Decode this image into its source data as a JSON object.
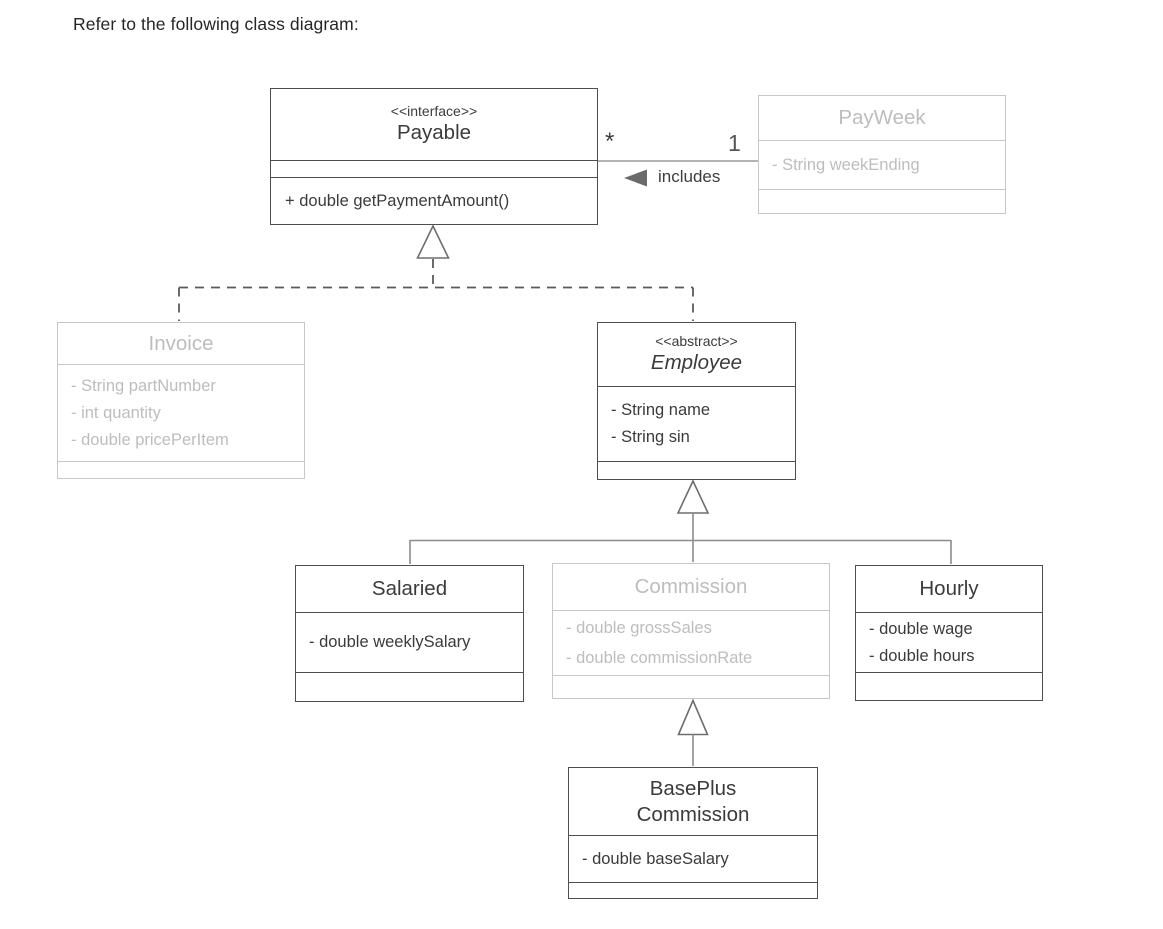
{
  "page": {
    "instruction": "Refer to the following class diagram:"
  },
  "colors": {
    "dark_text": "#3b3b3b",
    "muted_text": "#bdbdbd",
    "dark_border": "#4f4f4f",
    "muted_border": "#c7c7c7",
    "line_gray": "#8c8c8c",
    "dash_gray": "#5a5a5a",
    "arrow_fill": "#6a6a6a"
  },
  "diagram": {
    "classes": [
      {
        "name": "Payable",
        "stereotype": "<<interface>>",
        "attributes": [],
        "methods": [
          "+ double getPaymentAmount()"
        ],
        "muted": false
      },
      {
        "name": "PayWeek",
        "stereotype": "",
        "attributes": [
          "- String weekEnding"
        ],
        "methods": [],
        "muted": true
      },
      {
        "name": "Invoice",
        "stereotype": "",
        "attributes": [
          "- String partNumber",
          "- int quantity",
          "- double pricePerItem"
        ],
        "methods": [],
        "muted": true
      },
      {
        "name": "Employee",
        "stereotype": "<<abstract>>",
        "attributes": [
          "- String name",
          "- String sin"
        ],
        "methods": [],
        "muted": false
      },
      {
        "name": "Salaried",
        "stereotype": "",
        "attributes": [
          "- double weeklySalary"
        ],
        "methods": [],
        "muted": false
      },
      {
        "name": "Commission",
        "stereotype": "",
        "attributes": [
          "- double grossSales",
          "- double commissionRate"
        ],
        "methods": [],
        "muted": true
      },
      {
        "name": "Hourly",
        "stereotype": "",
        "attributes": [
          "- double wage",
          "- double hours"
        ],
        "methods": [],
        "muted": false
      },
      {
        "name": "BasePlus\nCommission",
        "stereotype": "",
        "attributes": [
          "- double baseSalary"
        ],
        "methods": [],
        "muted": false
      }
    ],
    "association": {
      "label": "includes",
      "multiplicity_at_payable": "*",
      "multiplicity_at_payweek": "1"
    },
    "relations": [
      {
        "type": "realization",
        "from": "Invoice",
        "to": "Payable"
      },
      {
        "type": "realization",
        "from": "Employee",
        "to": "Payable"
      },
      {
        "type": "generalization",
        "from": "Salaried",
        "to": "Employee"
      },
      {
        "type": "generalization",
        "from": "Commission",
        "to": "Employee"
      },
      {
        "type": "generalization",
        "from": "Hourly",
        "to": "Employee"
      },
      {
        "type": "generalization",
        "from": "BasePlusCommission",
        "to": "Commission"
      },
      {
        "type": "association",
        "from": "PayWeek",
        "to": "Payable",
        "label": "includes"
      }
    ]
  }
}
